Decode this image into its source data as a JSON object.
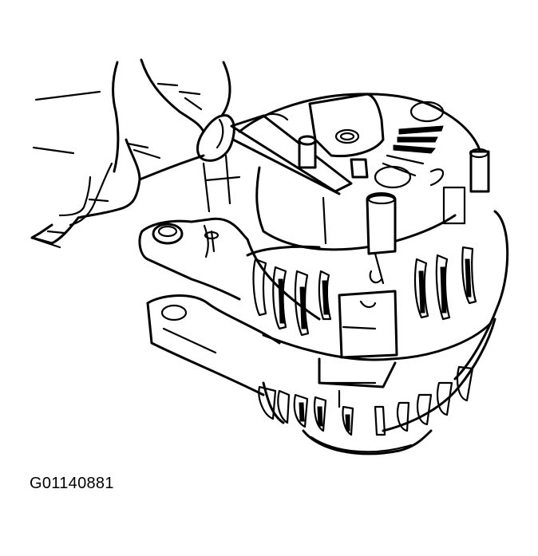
{
  "figure": {
    "id_label": "G01140881",
    "subject": "alternator",
    "tool": "screwdriver",
    "description": "Hand holding a screwdriver against the rear of an alternator"
  },
  "colors": {
    "line": "#000000",
    "background": "#ffffff"
  }
}
